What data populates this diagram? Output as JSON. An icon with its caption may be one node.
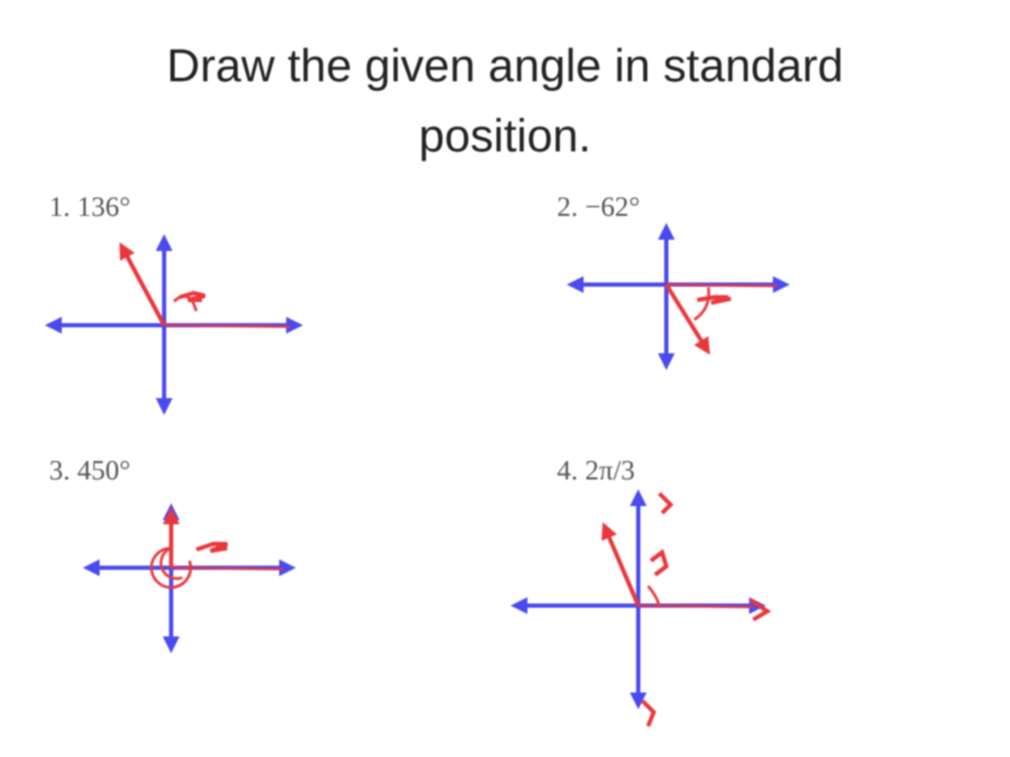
{
  "diagram": {
    "title": "Draw the given angle in standard position.",
    "labels": [
      "1. 136°",
      "2. −62°",
      "3. 450°",
      "4. 2π/3"
    ]
  }
}
